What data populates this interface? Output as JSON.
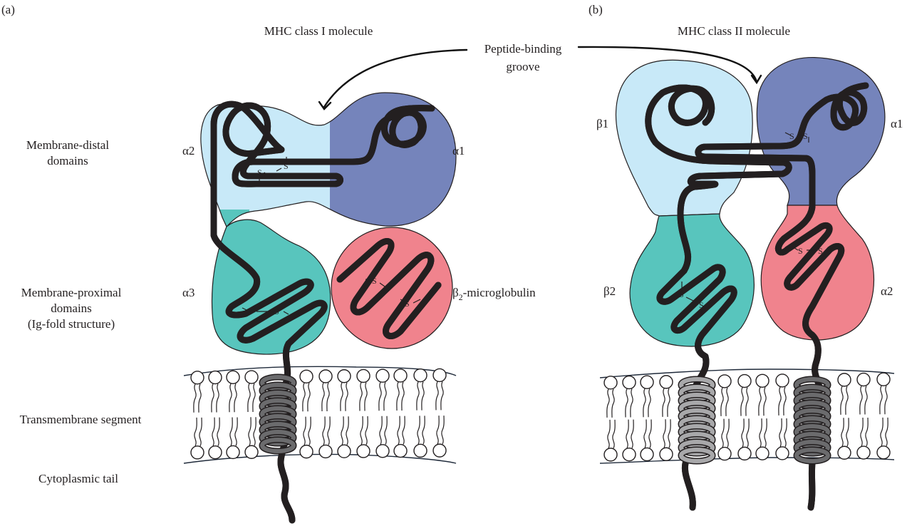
{
  "panels": {
    "a": {
      "letter": "(a)",
      "title": "MHC class I molecule",
      "domains": {
        "alpha1": "α1",
        "alpha2": "α2",
        "alpha3": "α3",
        "b2m": "β",
        "b2m_sub": "2",
        "b2m_suffix": "-microglobulin"
      }
    },
    "b": {
      "letter": "(b)",
      "title": "MHC class II molecule",
      "domains": {
        "alpha1": "α1",
        "alpha2": "α2",
        "beta1": "β1",
        "beta2": "β2"
      }
    }
  },
  "shared_callout": {
    "line1": "Peptide-binding",
    "line2": "groove"
  },
  "side_labels": {
    "distal_line1": "Membrane-distal",
    "distal_line2": "domains",
    "proximal_line1": "Membrane-proximal",
    "proximal_line2": "domains",
    "proximal_line3": "(Ig-fold structure)",
    "transmembrane": "Transmembrane segment",
    "cytoplasmic": "Cytoplasmic tail"
  },
  "disulfide_label": "S",
  "colors": {
    "light_blue": "#c8e9f8",
    "dark_blue": "#7584bb",
    "teal": "#58c5bd",
    "pink": "#f0838d",
    "chain_dark": "#6b6b6d",
    "chain_light": "#a8a8aa"
  }
}
